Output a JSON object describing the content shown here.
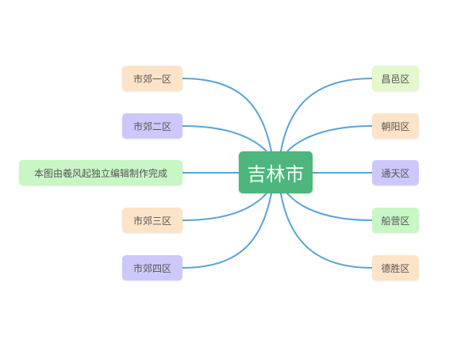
{
  "diagram": {
    "type": "mind-map",
    "center": {
      "label": "吉林市",
      "color": "#4db67d"
    },
    "link_color": "#5aa3d4",
    "left_nodes": [
      {
        "label": "市郊一区",
        "color": "#fde3c8"
      },
      {
        "label": "市郊二区",
        "color": "#cdc8fb"
      },
      {
        "label": "本图由羲风起独立编辑制作完成",
        "color": "#c8f6c4"
      },
      {
        "label": "市郊三区",
        "color": "#fde3c8"
      },
      {
        "label": "市郊四区",
        "color": "#cdc8fb"
      }
    ],
    "right_nodes": [
      {
        "label": "昌邑区",
        "color": "#e3f8cc"
      },
      {
        "label": "朝阳区",
        "color": "#fde3c8"
      },
      {
        "label": "通天区",
        "color": "#cdc8fb"
      },
      {
        "label": "船营区",
        "color": "#c8f6c4"
      },
      {
        "label": "德胜区",
        "color": "#fde3c8"
      }
    ]
  }
}
